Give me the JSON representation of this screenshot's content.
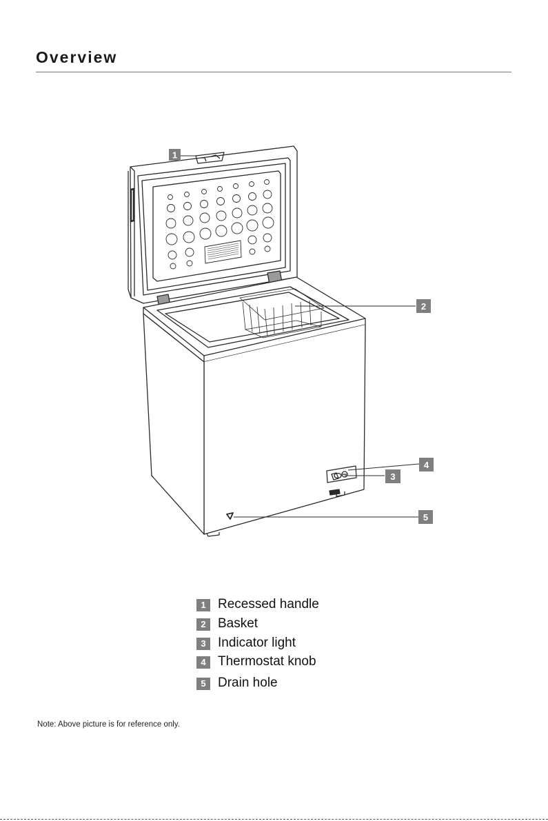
{
  "page": {
    "title": "Overview",
    "note": "Note: Above picture is for reference only."
  },
  "callouts": [
    {
      "number": "1",
      "label": "Recessed handle"
    },
    {
      "number": "2",
      "label": "Basket"
    },
    {
      "number": "3",
      "label": "Indicator light"
    },
    {
      "number": "4",
      "label": "Thermostat knob"
    },
    {
      "number": "5",
      "label": "Drain hole"
    }
  ],
  "colors": {
    "badge": "#7f7f7f",
    "line": "#2a2a2a",
    "rule": "#777777"
  }
}
